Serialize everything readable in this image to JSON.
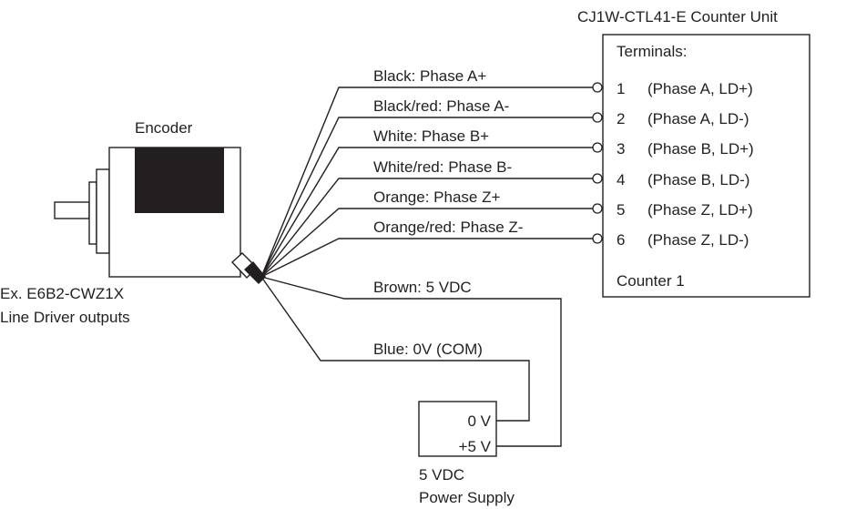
{
  "encoder": {
    "title": "Encoder",
    "model": "Ex. E6B2-CWZ1X",
    "output_type": "Line Driver outputs"
  },
  "counter_unit": {
    "title": "CJ1W-CTL41-E Counter Unit",
    "terminals_header": "Terminals:",
    "counter_label": "Counter 1",
    "terminals": [
      {
        "number": "1",
        "function": "(Phase A, LD+)",
        "wire": "Black: Phase A+"
      },
      {
        "number": "2",
        "function": "(Phase A, LD-)",
        "wire": "Black/red: Phase A-"
      },
      {
        "number": "3",
        "function": "(Phase B, LD+)",
        "wire": "White: Phase B+"
      },
      {
        "number": "4",
        "function": "(Phase B, LD-)",
        "wire": "White/red: Phase B-"
      },
      {
        "number": "5",
        "function": "(Phase Z, LD+)",
        "wire": "Orange: Phase Z+"
      },
      {
        "number": "6",
        "function": "(Phase Z, LD-)",
        "wire": "Orange/red: Phase Z-"
      }
    ]
  },
  "power_wires": {
    "brown": "Brown: 5 VDC",
    "blue": "Blue: 0V (COM)"
  },
  "power_supply": {
    "zero_v": "0 V",
    "plus_5v": "+5 V",
    "label_line1": "5 VDC",
    "label_line2": "Power Supply"
  },
  "colors": {
    "line": "#231f20",
    "fill_dark": "#231f20"
  }
}
